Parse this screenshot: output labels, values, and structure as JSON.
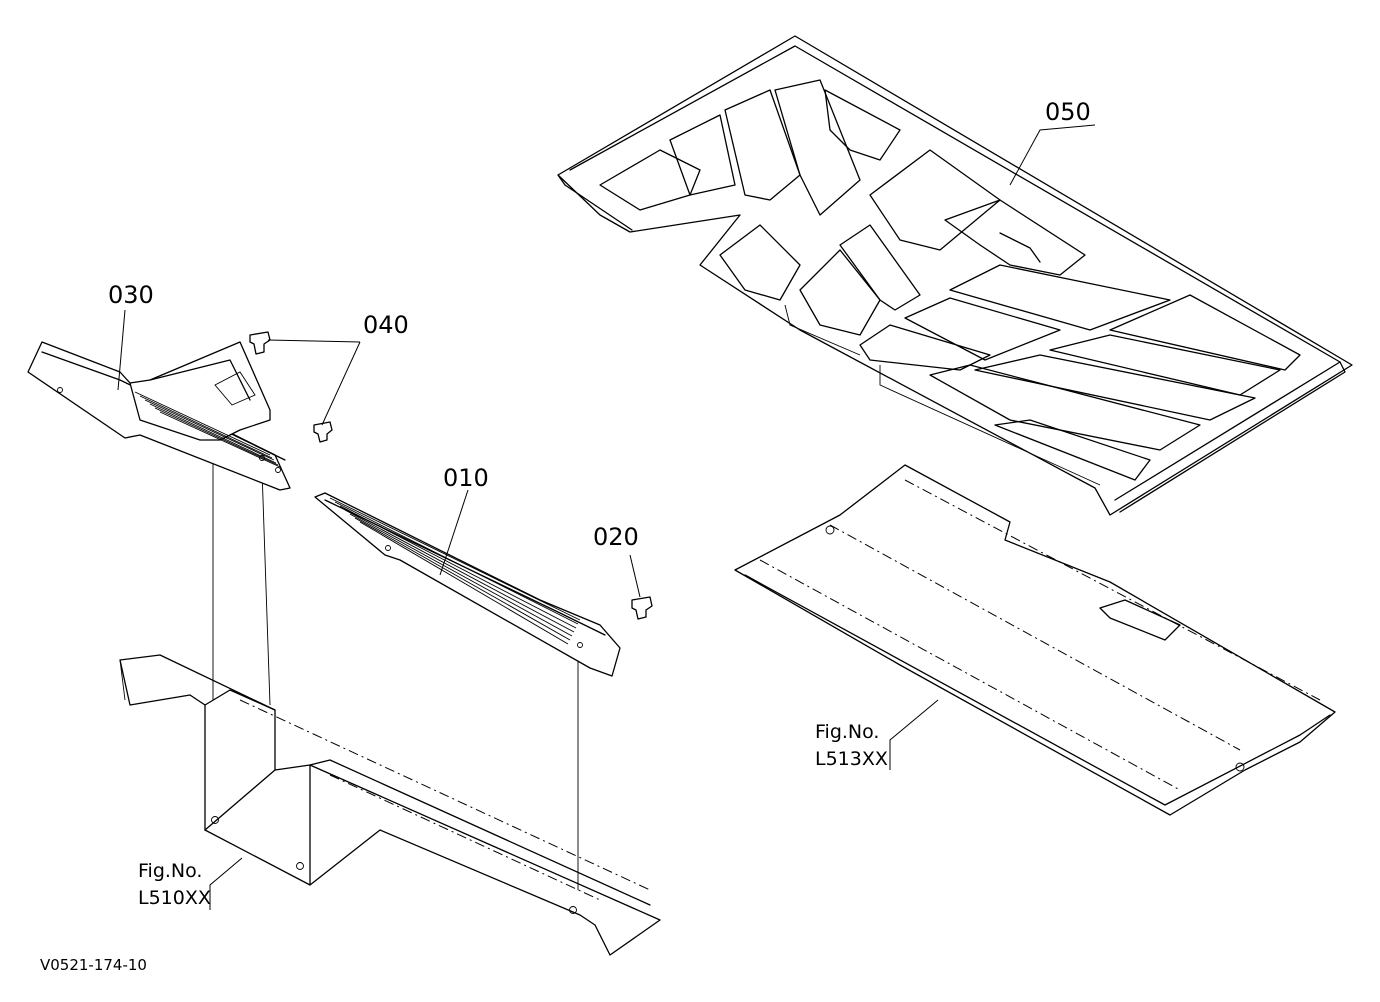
{
  "callouts": {
    "p010": "010",
    "p020": "020",
    "p030": "030",
    "p040": "040",
    "p050": "050"
  },
  "references": {
    "l510": {
      "line1": "Fig.No.",
      "line2": "L510XX"
    },
    "l513": {
      "line1": "Fig.No.",
      "line2": "L513XX"
    }
  },
  "drawing_code": "V0521-174-10"
}
